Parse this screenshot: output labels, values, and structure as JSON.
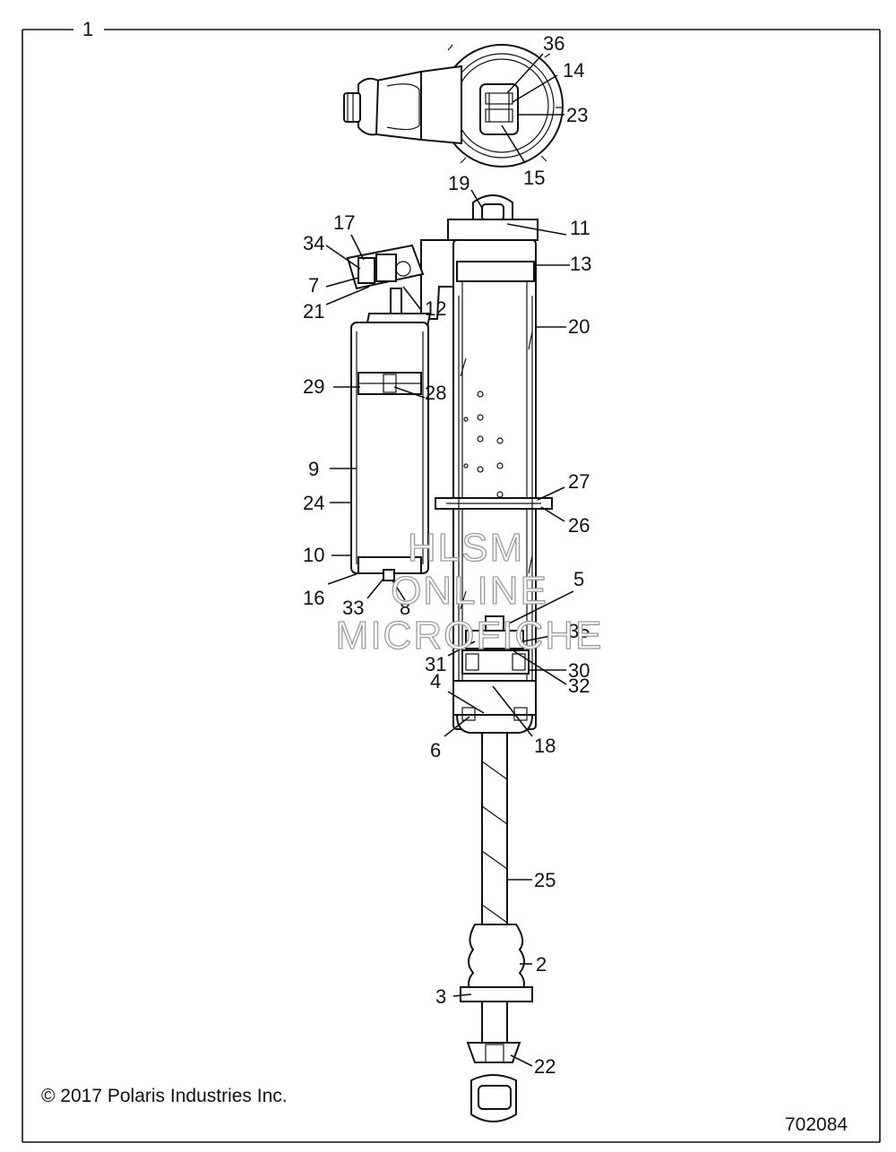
{
  "frame_label": "1",
  "callouts": [
    {
      "id": "36",
      "text": "36"
    },
    {
      "id": "14",
      "text": "14"
    },
    {
      "id": "23",
      "text": "23"
    },
    {
      "id": "15",
      "text": "15"
    },
    {
      "id": "19",
      "text": "19"
    },
    {
      "id": "11",
      "text": "11"
    },
    {
      "id": "13",
      "text": "13"
    },
    {
      "id": "17",
      "text": "17"
    },
    {
      "id": "34",
      "text": "34"
    },
    {
      "id": "7",
      "text": "7"
    },
    {
      "id": "21",
      "text": "21"
    },
    {
      "id": "12",
      "text": "12"
    },
    {
      "id": "20",
      "text": "20"
    },
    {
      "id": "29",
      "text": "29"
    },
    {
      "id": "28",
      "text": "28"
    },
    {
      "id": "9",
      "text": "9"
    },
    {
      "id": "24",
      "text": "24"
    },
    {
      "id": "27",
      "text": "27"
    },
    {
      "id": "26",
      "text": "26"
    },
    {
      "id": "10",
      "text": "10"
    },
    {
      "id": "16",
      "text": "16"
    },
    {
      "id": "33",
      "text": "33"
    },
    {
      "id": "8",
      "text": "8"
    },
    {
      "id": "5",
      "text": "5"
    },
    {
      "id": "35",
      "text": "35"
    },
    {
      "id": "31",
      "text": "31"
    },
    {
      "id": "30",
      "text": "30"
    },
    {
      "id": "32",
      "text": "32"
    },
    {
      "id": "4",
      "text": "4"
    },
    {
      "id": "6",
      "text": "6"
    },
    {
      "id": "18",
      "text": "18"
    },
    {
      "id": "25",
      "text": "25"
    },
    {
      "id": "2",
      "text": "2"
    },
    {
      "id": "3",
      "text": "3"
    },
    {
      "id": "22",
      "text": "22"
    }
  ],
  "watermark": {
    "line1": "HLSM",
    "line2": "ONLINE",
    "line3": "MICROFICHE"
  },
  "copyright": "© 2017 Polaris Industries Inc.",
  "figure_number": "702084"
}
